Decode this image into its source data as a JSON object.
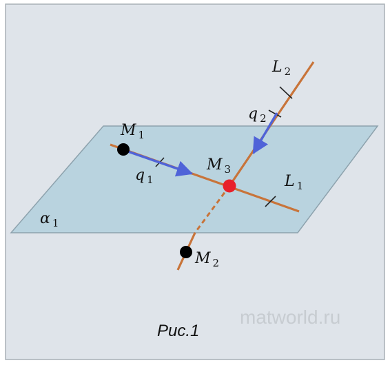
{
  "figure": {
    "caption": "Рис.1",
    "watermark": "matworld.ru",
    "plane_label": {
      "main": "α",
      "sub": "1"
    },
    "lines": [
      {
        "id": "L1",
        "main": "L",
        "sub": "1"
      },
      {
        "id": "L2",
        "main": "L",
        "sub": "2"
      }
    ],
    "vectors": [
      {
        "id": "q1",
        "main": "q",
        "sub": "1"
      },
      {
        "id": "q2",
        "main": "q",
        "sub": "2"
      }
    ],
    "points": [
      {
        "id": "M1",
        "main": "M",
        "sub": "1",
        "color": "#000000"
      },
      {
        "id": "M2",
        "main": "M",
        "sub": "2",
        "color": "#000000"
      },
      {
        "id": "M3",
        "main": "M",
        "sub": "3",
        "color": "#e8202a"
      }
    ],
    "colors": {
      "frame_bg": "#dfe4ea",
      "plane_fill": "#b9d3df",
      "line_color": "#c8743a",
      "vector_color": "#4f63d8"
    }
  }
}
